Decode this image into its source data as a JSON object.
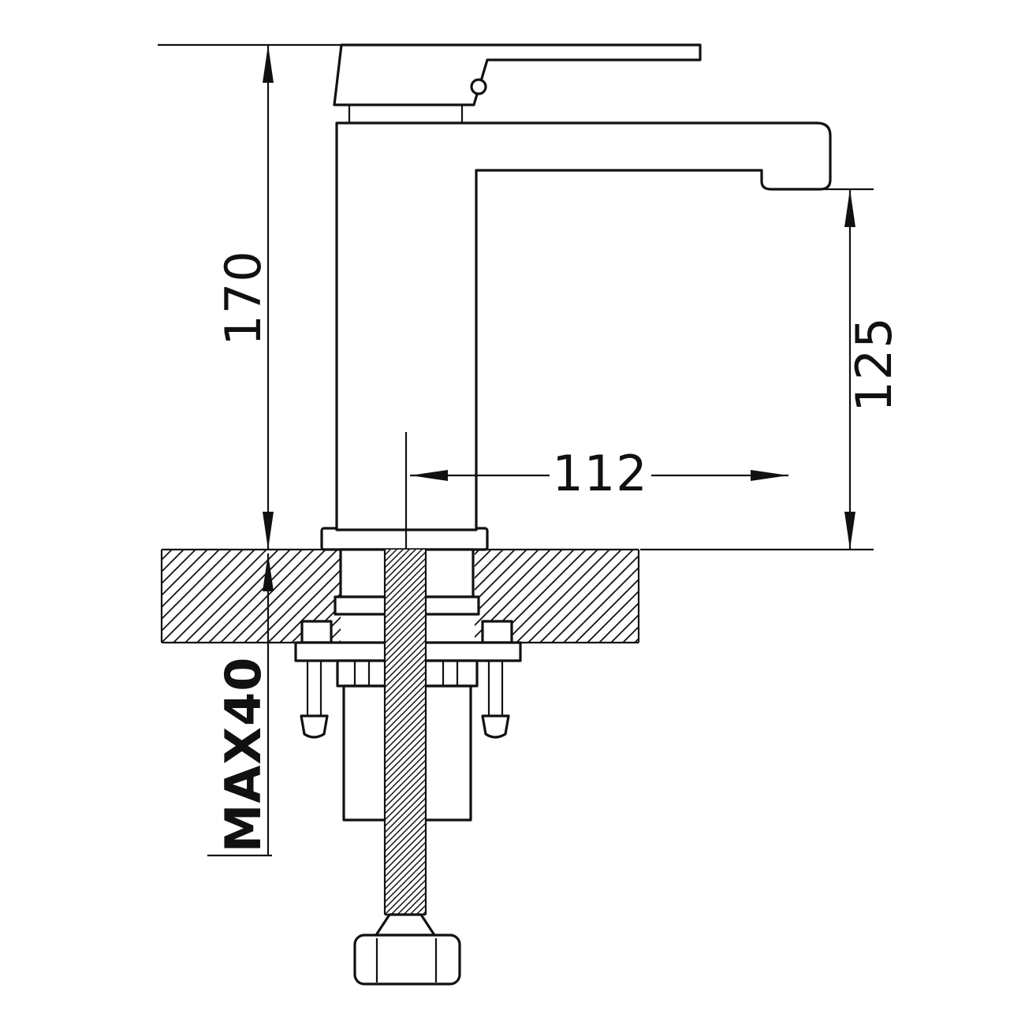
{
  "drawing": {
    "background_color": "#ffffff",
    "line_color": "#111111",
    "labels": {
      "overall_height": "170",
      "spout_height": "125",
      "spout_reach": "112",
      "max_deck_thickness": "MAX40"
    }
  }
}
